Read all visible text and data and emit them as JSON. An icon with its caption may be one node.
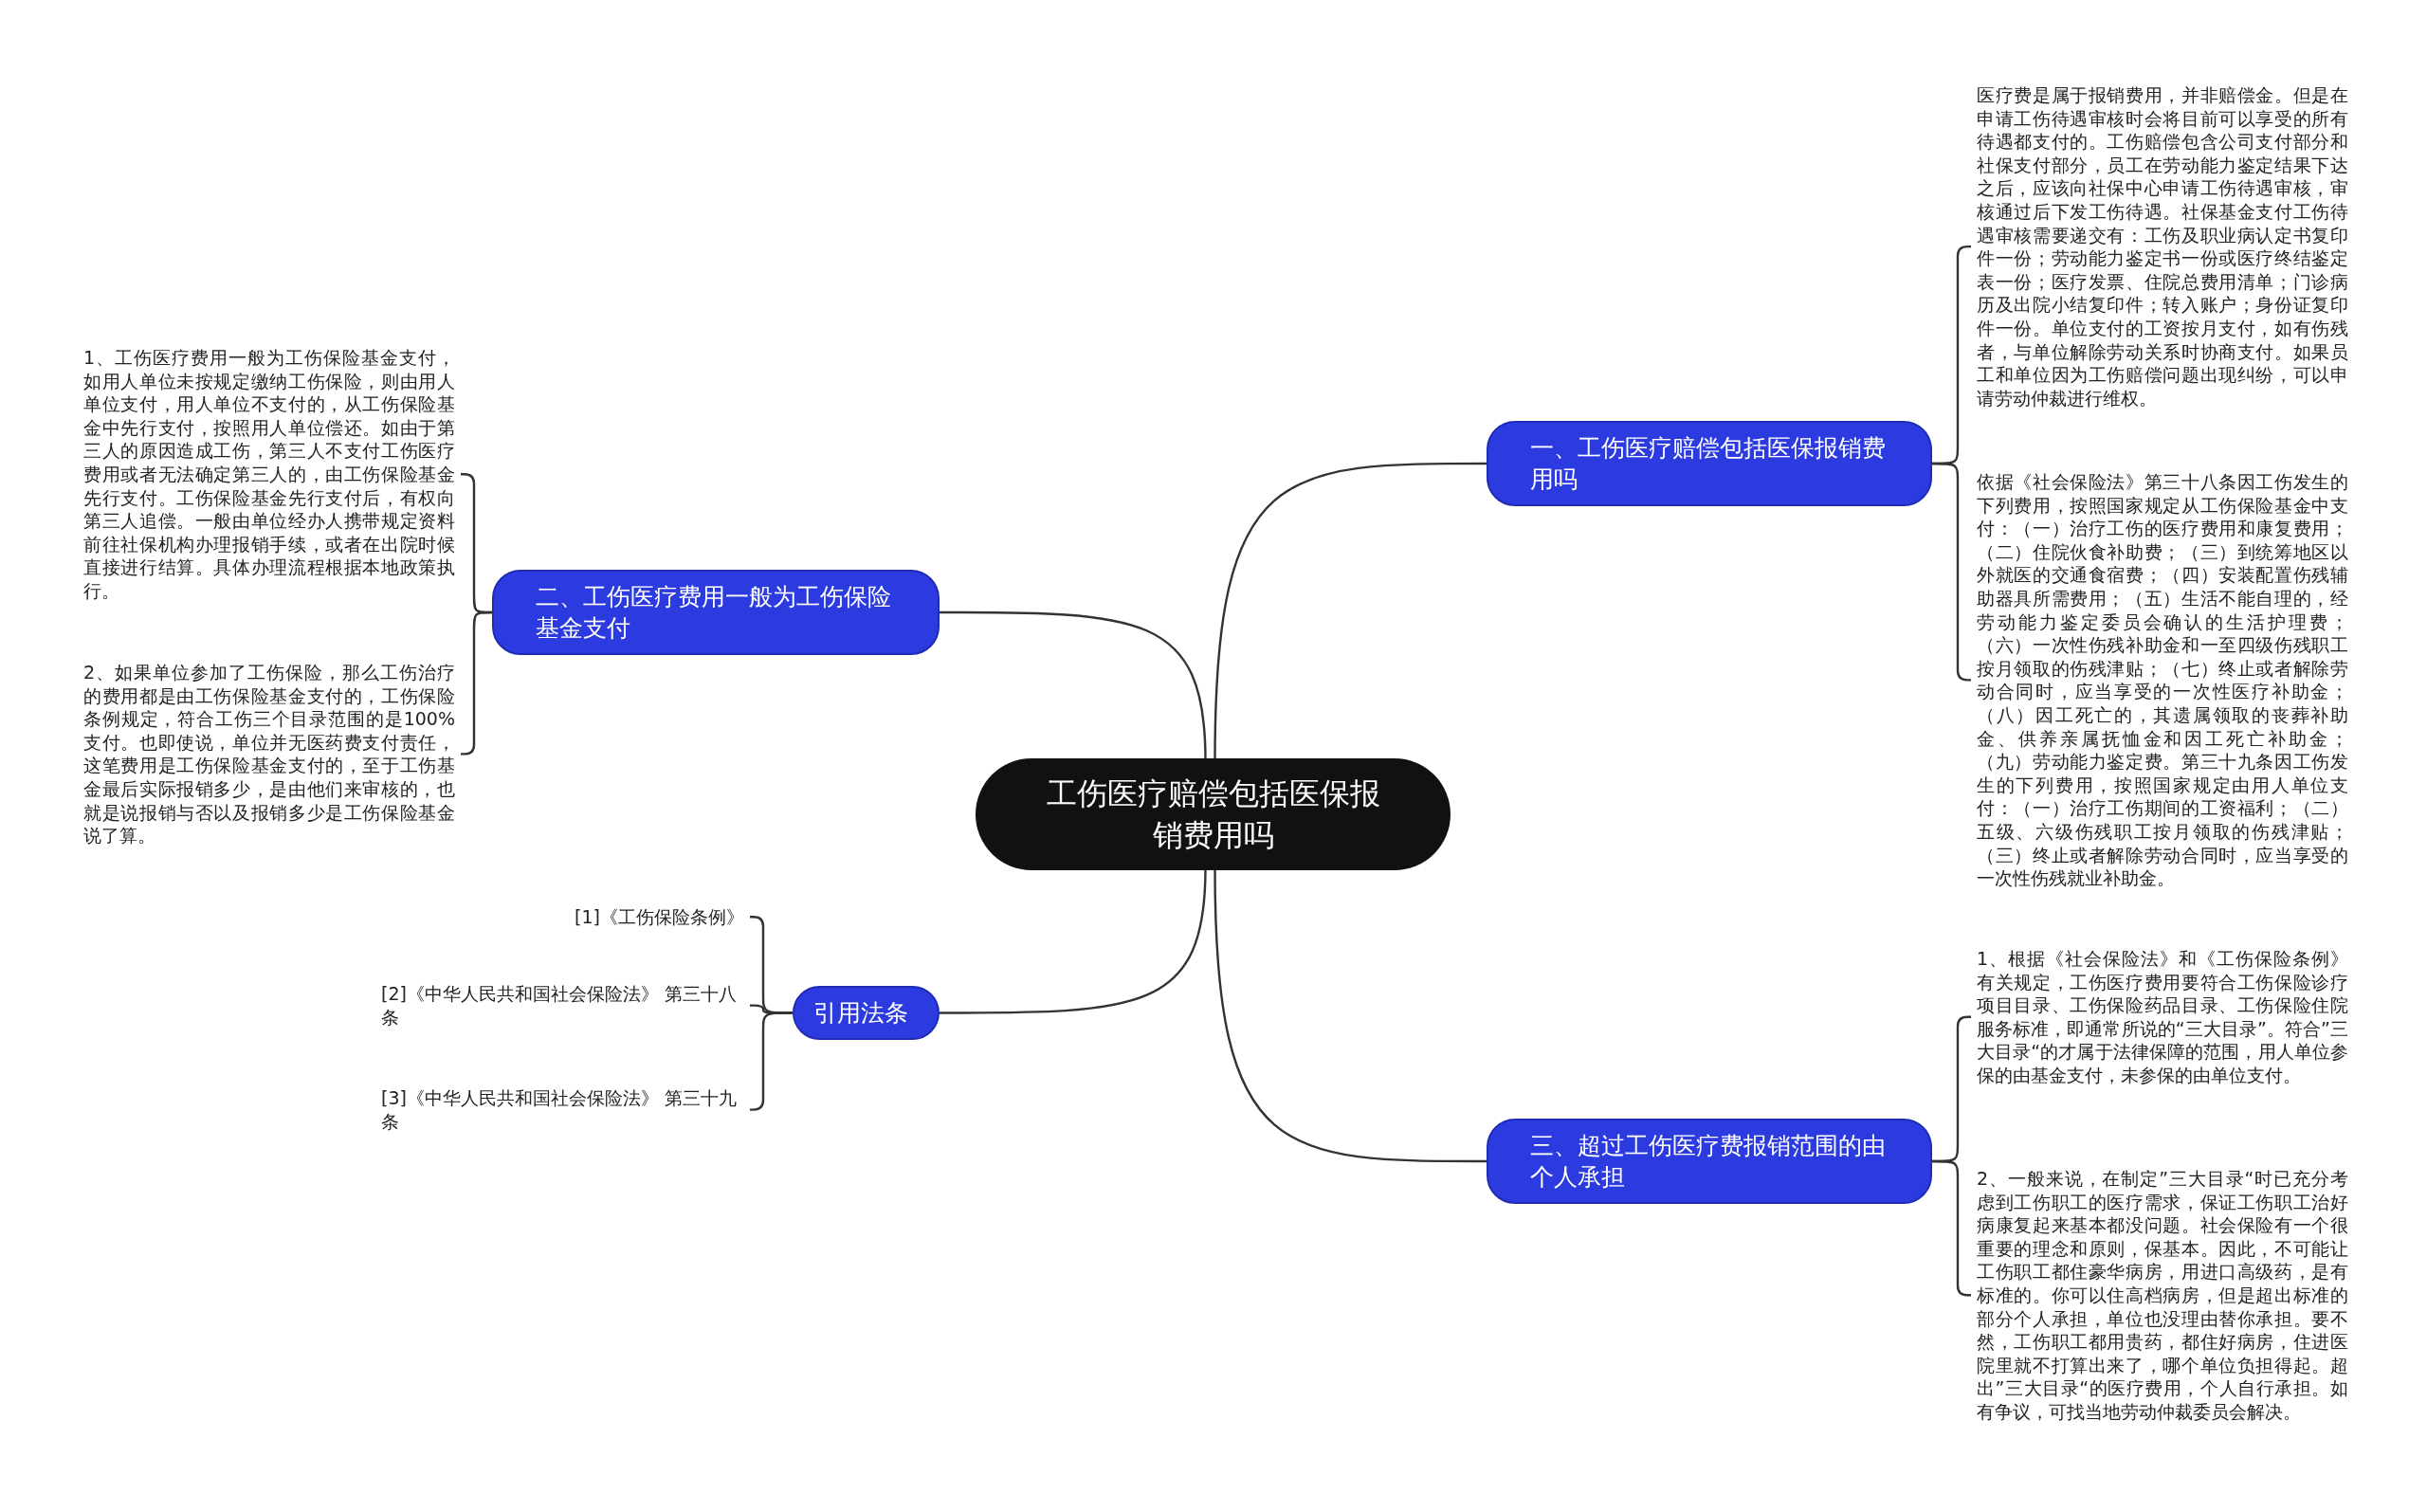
{
  "diagram": {
    "nodes": [
      {
        "text": [
          "工伤医疗赔偿包括医保报销费用吗"
        ]
      },
      {
        "text": [
          "一、工伤医疗赔偿包括医保报销费用吗"
        ]
      },
      {
        "text": [
          "医疗费是属于报销费用，并非赔偿金。但是在申请工伤待遇审核时会将目前可以享受的所有待遇都支付的。工伤赔偿包含公司支付部分和社保支付部分，员工在劳动能力鉴定结果下达之后，应该向社保中心申请工伤待遇审核，审核通过后下发工伤待遇。社保基金支付工伤待遇审核需要递交有：工伤及职业病认定书复印件一份；劳动能力鉴定书一份或医疗终结鉴定表一份；医疗发票、住院总费用清单；门诊病历及出院小结复印件；转入账户；身份证复印件一份。单位支付的工资按月支付，如有伤残者，与单位解除劳动关系时协商支付。如果员工和单位因为工伤赔偿问题出现纠纷，可以申请劳动仲裁进行维权。"
        ]
      },
      {
        "text": [
          "依据《社会保险法》第三十八条因工伤发生的下列费用，按照国家规定从工伤保险基金中支付：（一）治疗工伤的医疗费用和康复费用；（二）住院伙食补助费；（三）到统筹地区以外就医的交通食宿费；（四）安装配置伤残辅助器具所需费用；（五）生活不能自理的，经劳动能力鉴定委员会确认的生活护理费；（六）一次性伤残补助金和一至四级伤残职工按月领取的伤残津贴；（七）终止或者解除劳动合同时，应当享受的一次性医疗补助金；（八）因工死亡的，其遗属领取的丧葬补助金、供养亲属抚恤金和因工死亡补助金；（九）劳动能力鉴定费。第三十九条因工伤发生的下列费用，按照国家规定由用人单位支付：（一）治疗工伤期间的工资福利；（二）五级、六级伤残职工按月领取的伤残津贴；（三）终止或者解除劳动合同时，应当享受的一次性伤残就业补助金。"
        ]
      },
      {
        "text": [
          "二、工伤医疗费用一般为工伤保险基金支付"
        ]
      },
      {
        "text": [
          "1、工伤医疗费用一般为工伤保险基金支付，如用人单位未按规定缴纳工伤保险，则由用人单位支付，用人单位不支付的，从工伤保险基金中先行支付，按照用人单位偿还。如由于第三人的原因造成工伤，第三人不支付工伤医疗费用或者无法确定第三人的，由工伤保险基金先行支付。工伤保险基金先行支付后，有权向第三人追偿。一般由单位经办人携带规定资料前往社保机构办理报销手续，或者在出院时候直接进行结算。具体办理流程根据本地政策执行。"
        ]
      },
      {
        "text": [
          "2、如果单位参加了工伤保险，那么工伤治疗的费用都是由工伤保险基金支付的，工伤保险条例规定，符合工伤三个目录范围的是100%支付。也即使说，单位并无医药费支付责任，这笔费用是工伤保险基金支付的，至于工伤基金最后实际报销多少，是由他们来审核的，也就是说报销与否以及报销多少是工伤保险基金说了算。"
        ]
      },
      {
        "text": [
          "引用法条"
        ]
      },
      {
        "text": [
          "[1]《工伤保险条例》"
        ]
      },
      {
        "text": [
          "[2]《中华人民共和国社会保险法》 第三十八条"
        ]
      },
      {
        "text": [
          "[3]《中华人民共和国社会保险法》 第三十九条"
        ]
      },
      {
        "text": [
          "三、超过工伤医疗费报销范围的由个人承担"
        ]
      },
      {
        "text": [
          "1、根据《社会保险法》和《工伤保险条例》有关规定，工伤医疗费用要符合工伤保险诊疗项目目录、工伤保险药品目录、工伤保险住院服务标准，即通常所说的“三大目录”。符合”三大目录“的才属于法律保障的范围，用人单位参保的由基金支付，未参保的由单位支付。"
        ]
      },
      {
        "text": [
          "2、一般来说，在制定”三大目录“时已充分考虑到工伤职工的医疗需求，保证工伤职工治好病康复起来基本都没问题。社会保险有一个很重要的理念和原则，保基本。因此，不可能让工伤职工都住豪华病房，用进口高级药，是有标准的。你可以住高档病房，但是超出标准的部分个人承担，单位也没理由替你承担。要不然，工伤职工都用贵药，都住好病房，住进医院里就不打算出来了，哪个单位负担得起。超出”三大目录“的医疗费用，个人自行承担。如有争议，可找当地劳动仲裁委员会解决。"
        ]
      }
    ],
    "edges": [
      {
        "from": 0,
        "to": 1,
        "arrow": "none"
      },
      {
        "from": 1,
        "to": 2,
        "arrow": "none"
      },
      {
        "from": 1,
        "to": 3,
        "arrow": "none"
      },
      {
        "from": 0,
        "to": 4,
        "arrow": "none"
      },
      {
        "from": 4,
        "to": 5,
        "arrow": "none"
      },
      {
        "from": 4,
        "to": 6,
        "arrow": "none"
      },
      {
        "from": 0,
        "to": 7,
        "arrow": "none"
      },
      {
        "from": 7,
        "to": 8,
        "arrow": "none"
      },
      {
        "from": 7,
        "to": 9,
        "arrow": "none"
      },
      {
        "from": 7,
        "to": 10,
        "arrow": "none"
      },
      {
        "from": 0,
        "to": 11,
        "arrow": "none"
      },
      {
        "from": 11,
        "to": 12,
        "arrow": "none"
      },
      {
        "from": 11,
        "to": 13,
        "arrow": "none"
      }
    ]
  }
}
